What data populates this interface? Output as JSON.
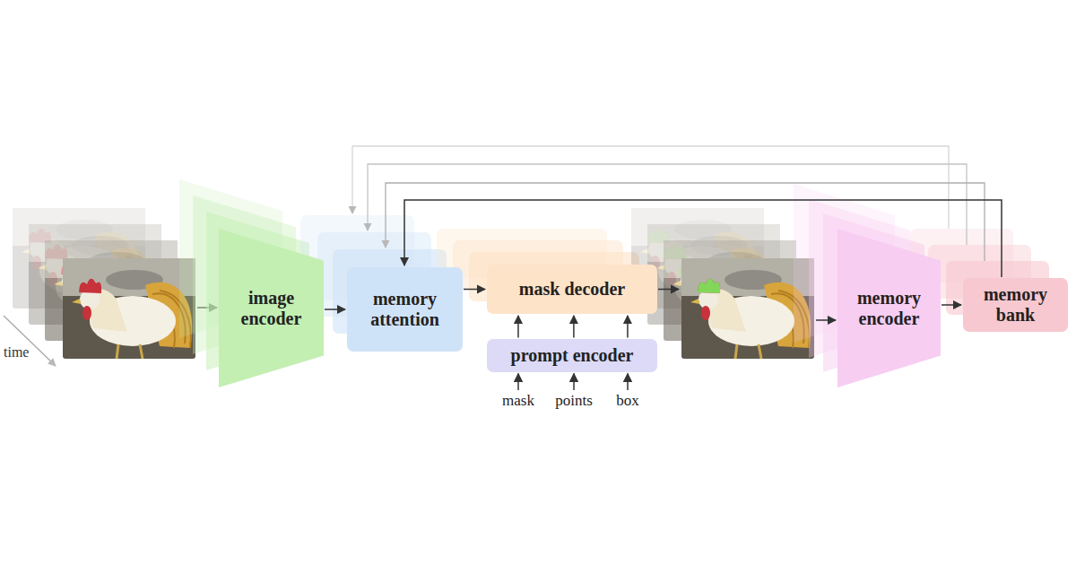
{
  "diagram": {
    "nodes": [
      {
        "text": [
          "image encoder"
        ]
      },
      {
        "text": [
          "memory attention"
        ]
      },
      {
        "text": [
          "mask decoder"
        ]
      },
      {
        "text": [
          "prompt encoder"
        ]
      },
      {
        "text": [
          "memory encoder"
        ]
      },
      {
        "text": [
          "memory bank"
        ]
      }
    ],
    "edges": [
      {
        "from": 0,
        "to": 1,
        "arrow": "to"
      },
      {
        "from": 1,
        "to": 2,
        "arrow": "to"
      },
      {
        "from": 3,
        "to": 2,
        "arrow": "to"
      },
      {
        "from": 3,
        "to": 2,
        "arrow": "to"
      },
      {
        "from": 3,
        "to": 2,
        "arrow": "to"
      },
      {
        "from": 2,
        "to": 4,
        "arrow": "to"
      },
      {
        "from": 4,
        "to": 5,
        "arrow": "to"
      },
      {
        "from": 5,
        "to": 1,
        "arrow": "to"
      }
    ],
    "labels": [
      "time",
      "mask",
      "points",
      "box"
    ]
  }
}
